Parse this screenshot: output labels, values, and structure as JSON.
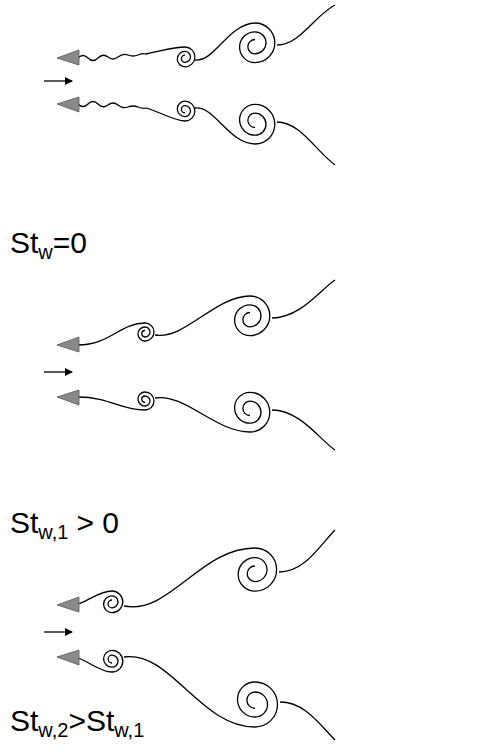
{
  "diagram": {
    "labels": [
      "St",
      "w",
      "=0",
      "St",
      "w,1",
      "> 0",
      "St",
      "w,2",
      ">St",
      "w,1"
    ]
  }
}
